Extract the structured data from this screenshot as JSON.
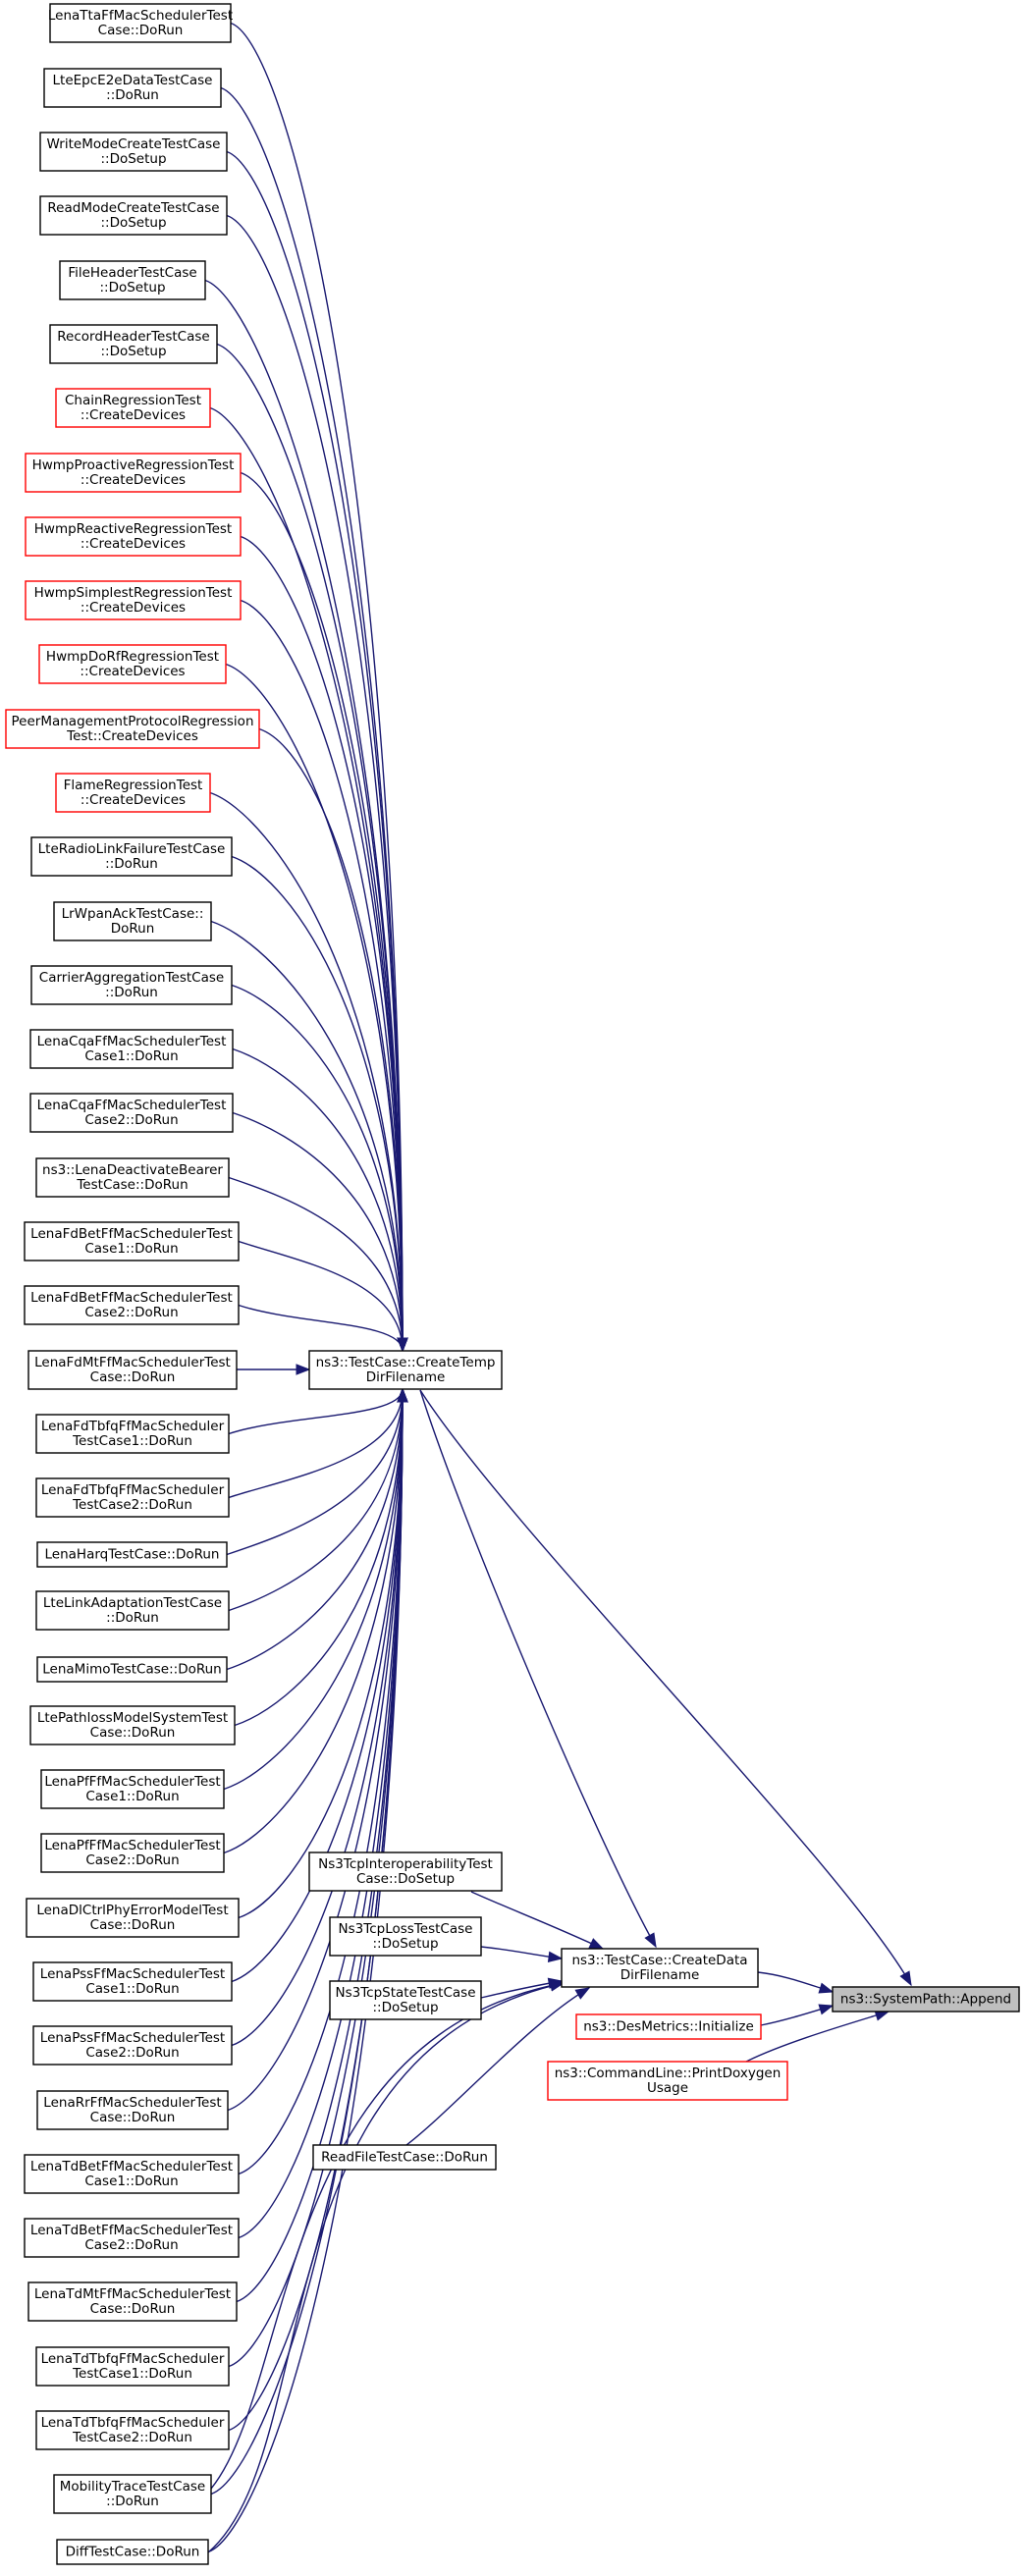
{
  "graph": {
    "colors": {
      "edge": "#191970",
      "normal_border": "#000000",
      "red_border": "#ff0000",
      "target_fill": "#bfbfbf"
    },
    "nodes": {
      "lenatta": {
        "lines": [
          "LenaTtaFfMacSchedulerTest",
          "Case::DoRun"
        ],
        "style": "normal"
      },
      "lteepce2e": {
        "lines": [
          "LteEpcE2eDataTestCase",
          "::DoRun"
        ],
        "style": "normal"
      },
      "writemode": {
        "lines": [
          "WriteModeCreateTestCase",
          "::DoSetup"
        ],
        "style": "normal"
      },
      "readmode": {
        "lines": [
          "ReadModeCreateTestCase",
          "::DoSetup"
        ],
        "style": "normal"
      },
      "fileheader": {
        "lines": [
          "FileHeaderTestCase",
          "::DoSetup"
        ],
        "style": "normal"
      },
      "recordheader": {
        "lines": [
          "RecordHeaderTestCase",
          "::DoSetup"
        ],
        "style": "normal"
      },
      "chainreg": {
        "lines": [
          "ChainRegressionTest",
          "::CreateDevices"
        ],
        "style": "red"
      },
      "hwmpproactive": {
        "lines": [
          "HwmpProactiveRegressionTest",
          "::CreateDevices"
        ],
        "style": "red"
      },
      "hwmpreactive": {
        "lines": [
          "HwmpReactiveRegressionTest",
          "::CreateDevices"
        ],
        "style": "red"
      },
      "hwmpsimplest": {
        "lines": [
          "HwmpSimplestRegressionTest",
          "::CreateDevices"
        ],
        "style": "red"
      },
      "hwmpdorf": {
        "lines": [
          "HwmpDoRfRegressionTest",
          "::CreateDevices"
        ],
        "style": "red"
      },
      "peermgmt": {
        "lines": [
          "PeerManagementProtocolRegression",
          "Test::CreateDevices"
        ],
        "style": "red"
      },
      "flamereg": {
        "lines": [
          "FlameRegressionTest",
          "::CreateDevices"
        ],
        "style": "red"
      },
      "lteradiolink": {
        "lines": [
          "LteRadioLinkFailureTestCase",
          "::DoRun"
        ],
        "style": "normal"
      },
      "lrwpanack": {
        "lines": [
          "LrWpanAckTestCase::",
          "DoRun"
        ],
        "style": "normal"
      },
      "carrieragg": {
        "lines": [
          "CarrierAggregationTestCase",
          "::DoRun"
        ],
        "style": "normal"
      },
      "lenacqa1": {
        "lines": [
          "LenaCqaFfMacSchedulerTest",
          "Case1::DoRun"
        ],
        "style": "normal"
      },
      "lenacqa2": {
        "lines": [
          "LenaCqaFfMacSchedulerTest",
          "Case2::DoRun"
        ],
        "style": "normal"
      },
      "lenadeact": {
        "lines": [
          "ns3::LenaDeactivateBearer",
          "TestCase::DoRun"
        ],
        "style": "normal"
      },
      "lenafdbet1": {
        "lines": [
          "LenaFdBetFfMacSchedulerTest",
          "Case1::DoRun"
        ],
        "style": "normal"
      },
      "lenafdbet2": {
        "lines": [
          "LenaFdBetFfMacSchedulerTest",
          "Case2::DoRun"
        ],
        "style": "normal"
      },
      "lenafdmt": {
        "lines": [
          "LenaFdMtFfMacSchedulerTest",
          "Case::DoRun"
        ],
        "style": "normal"
      },
      "lenafdtbfq1": {
        "lines": [
          "LenaFdTbfqFfMacScheduler",
          "TestCase1::DoRun"
        ],
        "style": "normal"
      },
      "lenafdtbfq2": {
        "lines": [
          "LenaFdTbfqFfMacScheduler",
          "TestCase2::DoRun"
        ],
        "style": "normal"
      },
      "lenaharq": {
        "lines": [
          "LenaHarqTestCase::DoRun"
        ],
        "style": "normal"
      },
      "ltelinkadapt": {
        "lines": [
          "LteLinkAdaptationTestCase",
          "::DoRun"
        ],
        "style": "normal"
      },
      "lenamimo": {
        "lines": [
          "LenaMimoTestCase::DoRun"
        ],
        "style": "normal"
      },
      "ltepathloss": {
        "lines": [
          "LtePathlossModelSystemTest",
          "Case::DoRun"
        ],
        "style": "normal"
      },
      "lenapf1": {
        "lines": [
          "LenaPfFfMacSchedulerTest",
          "Case1::DoRun"
        ],
        "style": "normal"
      },
      "lenapf2": {
        "lines": [
          "LenaPfFfMacSchedulerTest",
          "Case2::DoRun"
        ],
        "style": "normal"
      },
      "lenadlctrl": {
        "lines": [
          "LenaDlCtrlPhyErrorModelTest",
          "Case::DoRun"
        ],
        "style": "normal"
      },
      "lenapss1": {
        "lines": [
          "LenaPssFfMacSchedulerTest",
          "Case1::DoRun"
        ],
        "style": "normal"
      },
      "lenapss2": {
        "lines": [
          "LenaPssFfMacSchedulerTest",
          "Case2::DoRun"
        ],
        "style": "normal"
      },
      "lenarr": {
        "lines": [
          "LenaRrFfMacSchedulerTest",
          "Case::DoRun"
        ],
        "style": "normal"
      },
      "lenatdbet1": {
        "lines": [
          "LenaTdBetFfMacSchedulerTest",
          "Case1::DoRun"
        ],
        "style": "normal"
      },
      "lenatdbet2": {
        "lines": [
          "LenaTdBetFfMacSchedulerTest",
          "Case2::DoRun"
        ],
        "style": "normal"
      },
      "lenatdmt": {
        "lines": [
          "LenaTdMtFfMacSchedulerTest",
          "Case::DoRun"
        ],
        "style": "normal"
      },
      "lenatdtbfq1": {
        "lines": [
          "LenaTdTbfqFfMacScheduler",
          "TestCase1::DoRun"
        ],
        "style": "normal"
      },
      "lenatdtbfq2": {
        "lines": [
          "LenaTdTbfqFfMacScheduler",
          "TestCase2::DoRun"
        ],
        "style": "normal"
      },
      "mobilitytrace": {
        "lines": [
          "MobilityTraceTestCase",
          "::DoRun"
        ],
        "style": "normal"
      },
      "difftest": {
        "lines": [
          "DiffTestCase::DoRun"
        ],
        "style": "normal"
      },
      "createtemp": {
        "lines": [
          "ns3::TestCase::CreateTemp",
          "DirFilename"
        ],
        "style": "normal"
      },
      "ns3tcpinterop": {
        "lines": [
          "Ns3TcpInteroperabilityTest",
          "Case::DoSetup"
        ],
        "style": "normal"
      },
      "ns3tcploss": {
        "lines": [
          "Ns3TcpLossTestCase",
          "::DoSetup"
        ],
        "style": "normal"
      },
      "ns3tcpstate": {
        "lines": [
          "Ns3TcpStateTestCase",
          "::DoSetup"
        ],
        "style": "normal"
      },
      "readfile": {
        "lines": [
          "ReadFileTestCase::DoRun"
        ],
        "style": "normal"
      },
      "createdata": {
        "lines": [
          "ns3::TestCase::CreateData",
          "DirFilename"
        ],
        "style": "normal"
      },
      "desmetrics": {
        "lines": [
          "ns3::DesMetrics::Initialize"
        ],
        "style": "red"
      },
      "printdoxygen": {
        "lines": [
          "ns3::CommandLine::PrintDoxygen",
          "Usage"
        ],
        "style": "red"
      },
      "append": {
        "lines": [
          "ns3::SystemPath::Append"
        ],
        "style": "target"
      }
    },
    "edges": [
      [
        "lenatta",
        "createtemp"
      ],
      [
        "lteepce2e",
        "createtemp"
      ],
      [
        "writemode",
        "createtemp"
      ],
      [
        "readmode",
        "createtemp"
      ],
      [
        "fileheader",
        "createtemp"
      ],
      [
        "recordheader",
        "createtemp"
      ],
      [
        "chainreg",
        "createtemp"
      ],
      [
        "hwmpproactive",
        "createtemp"
      ],
      [
        "hwmpreactive",
        "createtemp"
      ],
      [
        "hwmpsimplest",
        "createtemp"
      ],
      [
        "hwmpdorf",
        "createtemp"
      ],
      [
        "peermgmt",
        "createtemp"
      ],
      [
        "flamereg",
        "createtemp"
      ],
      [
        "lteradiolink",
        "createtemp"
      ],
      [
        "lrwpanack",
        "createtemp"
      ],
      [
        "carrieragg",
        "createtemp"
      ],
      [
        "lenacqa1",
        "createtemp"
      ],
      [
        "lenacqa2",
        "createtemp"
      ],
      [
        "lenadeact",
        "createtemp"
      ],
      [
        "lenafdbet1",
        "createtemp"
      ],
      [
        "lenafdbet2",
        "createtemp"
      ],
      [
        "lenafdmt",
        "createtemp"
      ],
      [
        "lenafdtbfq1",
        "createtemp"
      ],
      [
        "lenafdtbfq2",
        "createtemp"
      ],
      [
        "lenaharq",
        "createtemp"
      ],
      [
        "ltelinkadapt",
        "createtemp"
      ],
      [
        "lenamimo",
        "createtemp"
      ],
      [
        "ltepathloss",
        "createtemp"
      ],
      [
        "lenapf1",
        "createtemp"
      ],
      [
        "lenapf2",
        "createtemp"
      ],
      [
        "lenadlctrl",
        "createtemp"
      ],
      [
        "lenapss1",
        "createtemp"
      ],
      [
        "lenapss2",
        "createtemp"
      ],
      [
        "lenarr",
        "createtemp"
      ],
      [
        "lenatdbet1",
        "createtemp"
      ],
      [
        "lenatdbet2",
        "createtemp"
      ],
      [
        "lenatdmt",
        "createtemp"
      ],
      [
        "lenatdtbfq1",
        "createtemp"
      ],
      [
        "lenatdtbfq2",
        "createtemp"
      ],
      [
        "mobilitytrace",
        "createtemp"
      ],
      [
        "difftest",
        "createtemp"
      ],
      [
        "createtemp",
        "createdata"
      ],
      [
        "createtemp",
        "append"
      ],
      [
        "ns3tcpinterop",
        "createdata"
      ],
      [
        "ns3tcploss",
        "createdata"
      ],
      [
        "ns3tcpstate",
        "createdata"
      ],
      [
        "readfile",
        "createdata"
      ],
      [
        "mobilitytrace",
        "createdata"
      ],
      [
        "difftest",
        "createdata"
      ],
      [
        "createdata",
        "append"
      ],
      [
        "desmetrics",
        "append"
      ],
      [
        "printdoxygen",
        "append"
      ]
    ]
  }
}
